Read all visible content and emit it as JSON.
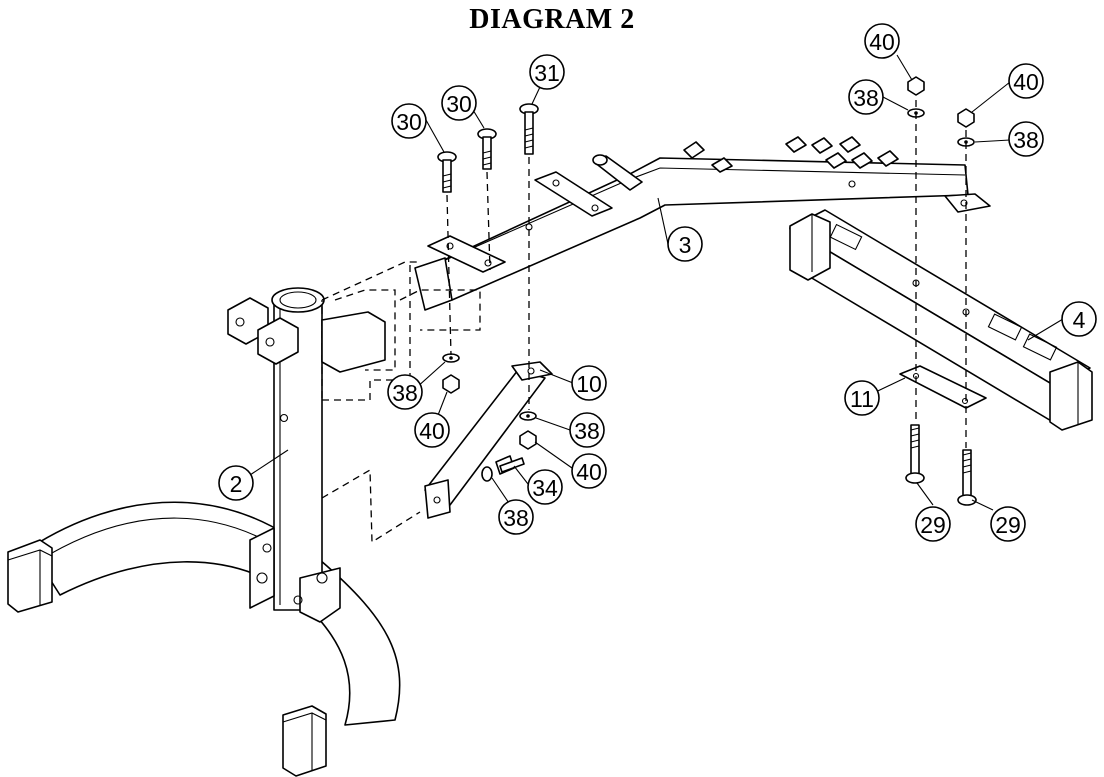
{
  "title": "DIAGRAM 2",
  "callouts": [
    {
      "id": "c-40-top",
      "label": "40"
    },
    {
      "id": "c-40-right",
      "label": "40"
    },
    {
      "id": "c-38-top",
      "label": "38"
    },
    {
      "id": "c-38-right",
      "label": "38"
    },
    {
      "id": "c-31",
      "label": "31"
    },
    {
      "id": "c-30-a",
      "label": "30"
    },
    {
      "id": "c-30-b",
      "label": "30"
    },
    {
      "id": "c-3",
      "label": "3"
    },
    {
      "id": "c-4",
      "label": "4"
    },
    {
      "id": "c-10",
      "label": "10"
    },
    {
      "id": "c-11",
      "label": "11"
    },
    {
      "id": "c-38-left",
      "label": "38"
    },
    {
      "id": "c-40-left",
      "label": "40"
    },
    {
      "id": "c-38-mid",
      "label": "38"
    },
    {
      "id": "c-40-mid",
      "label": "40"
    },
    {
      "id": "c-34",
      "label": "34"
    },
    {
      "id": "c-38-low",
      "label": "38"
    },
    {
      "id": "c-2",
      "label": "2"
    },
    {
      "id": "c-29-a",
      "label": "29"
    },
    {
      "id": "c-29-b",
      "label": "29"
    }
  ]
}
